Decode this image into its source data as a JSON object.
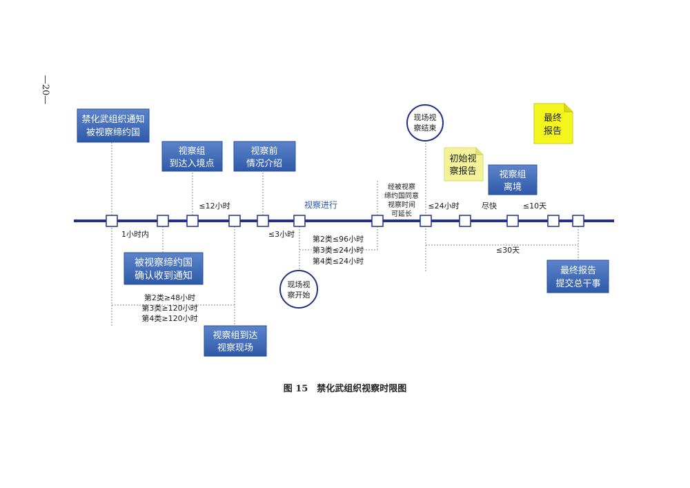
{
  "page_number": "—20—",
  "caption": "图 15　禁化武组织视察时限图",
  "timeline_label": "视察进行",
  "boxes": {
    "notice": [
      "禁化武组织通知",
      "被视察缔约国"
    ],
    "arrival_entry": [
      "视察组",
      "到达入境点"
    ],
    "pre_briefing": [
      "视察前",
      "情况介绍"
    ],
    "acknowledge": [
      "被视察缔约国",
      "确认收到通知"
    ],
    "arrive_site": [
      "视察组到达",
      "视察现场"
    ],
    "depart": [
      "视察组",
      "离境"
    ],
    "final_submit": [
      "最终报告",
      "提交总干事"
    ]
  },
  "circles": {
    "start": [
      "现场视",
      "察开始"
    ],
    "end": [
      "现场视",
      "察结束"
    ]
  },
  "notes": {
    "initial_report": [
      "初始视",
      "察报告"
    ],
    "final_report": [
      "最终",
      "报告"
    ]
  },
  "labels": {
    "within_1h": "1小时内",
    "le_12h": "≤12小时",
    "le_3h": "≤3小时",
    "le_24h": "≤24小时",
    "asap": "尽快",
    "le_10d": "≤10天",
    "le_30d": "≤30天",
    "extension": [
      "经被视察",
      "缔约国同意",
      "视察时间",
      "可延长"
    ],
    "duration": [
      "第2类≤96小时",
      "第3类≤24小时",
      "第4类≤24小时"
    ],
    "notice_period": [
      "第2类≥48小时",
      "第3类≥120小时",
      "第4类≥120小时"
    ]
  },
  "colors": {
    "box_blue": "#3b66b6",
    "box_border": "#2a4f96",
    "timeline": "#1f2f8a",
    "note_yellow_light": "#f3f39a",
    "note_yellow_bright": "#f5f51e"
  }
}
